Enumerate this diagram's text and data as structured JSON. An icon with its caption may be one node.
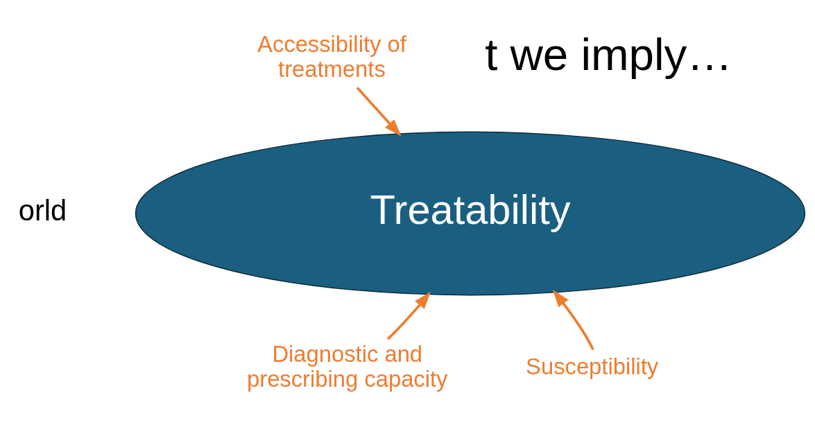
{
  "diagram": {
    "nodes": [
      {
        "text": [
          "Treatability"
        ]
      },
      {
        "text": [
          "Accessibility of treatments"
        ]
      },
      {
        "text": [
          "Diagnostic and prescribing capacity"
        ]
      },
      {
        "text": [
          "Susceptibility"
        ]
      }
    ],
    "edges": [
      {
        "from": 1,
        "to": 0,
        "arrow": "to"
      },
      {
        "from": 2,
        "to": 0,
        "arrow": "to"
      },
      {
        "from": 3,
        "to": 0,
        "arrow": "to"
      }
    ],
    "labels": [
      "t we imply…",
      "orld"
    ]
  }
}
